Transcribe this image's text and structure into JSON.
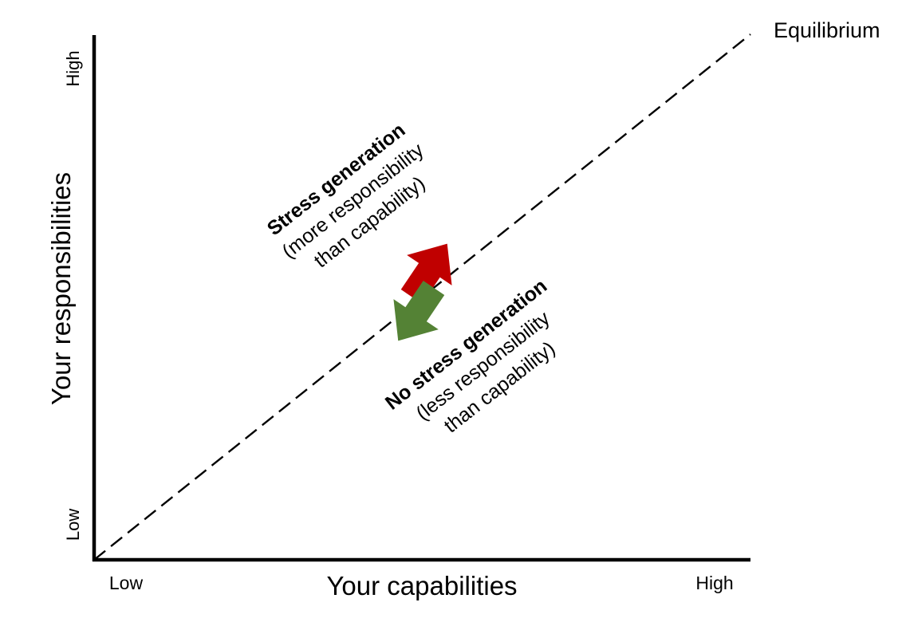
{
  "axes": {
    "x_label": "Your capabilities",
    "y_label": "Your responsibilities",
    "x_low": "Low",
    "x_high": "High",
    "y_low": "Low",
    "y_high": "High"
  },
  "equilibrium": {
    "label": "Equilibrium"
  },
  "stress_region": {
    "title": "Stress generation",
    "line1": "(more responsibility",
    "line2": "than capability)"
  },
  "no_stress_region": {
    "title": "No stress generation",
    "line1": "(less responsibility",
    "line2": "than capability)"
  },
  "colors": {
    "stress_arrow": "#c00000",
    "no_stress_arrow": "#548235",
    "axis": "#000000",
    "equilibrium_line": "#000000"
  },
  "icons": {
    "stress_arrow": "arrow-up-left-icon",
    "no_stress_arrow": "arrow-down-right-icon"
  }
}
